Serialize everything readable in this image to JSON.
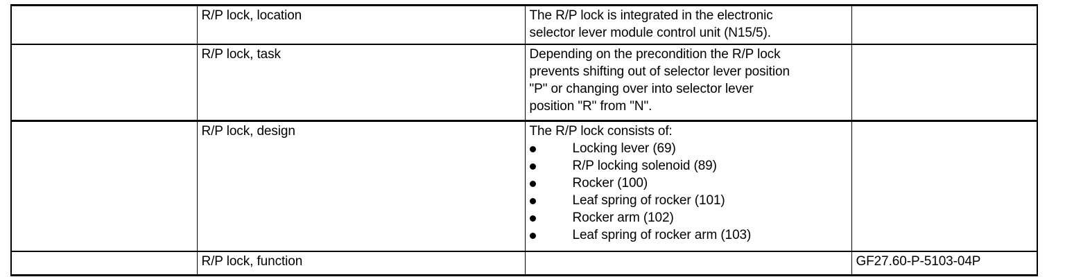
{
  "document": {
    "type": "technical-reference-table",
    "columns": 4,
    "rows": 4
  },
  "table": {
    "rows": [
      {
        "id": "row-location",
        "col1": "",
        "col2": "R/P lock, location",
        "col3_lines": [
          "The R/P lock is integrated in the electronic",
          "selector lever module control unit (N15/5)."
        ],
        "col4": ""
      },
      {
        "id": "row-task",
        "col1": "",
        "col2": "R/P lock, task",
        "col3_lines": [
          "Depending on the precondition the R/P lock",
          "prevents shifting out of selector lever position",
          "\"P\" or changing over into selector lever",
          "position \"R\" from \"N\"."
        ],
        "col4": ""
      },
      {
        "id": "row-design",
        "col1": "",
        "col2": "R/P lock, design",
        "col3_intro": "The R/P lock consists of:",
        "col3_bullets": [
          "Locking lever (69)",
          "R/P locking solenoid (89)",
          "Rocker (100)",
          "Leaf spring of rocker (101)",
          "Rocker arm (102)",
          "Leaf spring of rocker arm (103)"
        ],
        "col4": ""
      },
      {
        "id": "row-function",
        "col1": "",
        "col2": "R/P lock, function",
        "col3_lines": [],
        "col4": "GF27.60-P-5103-04P"
      }
    ]
  },
  "style": {
    "text_color": "#000000",
    "background_color": "#ffffff",
    "border_color": "#000000"
  }
}
